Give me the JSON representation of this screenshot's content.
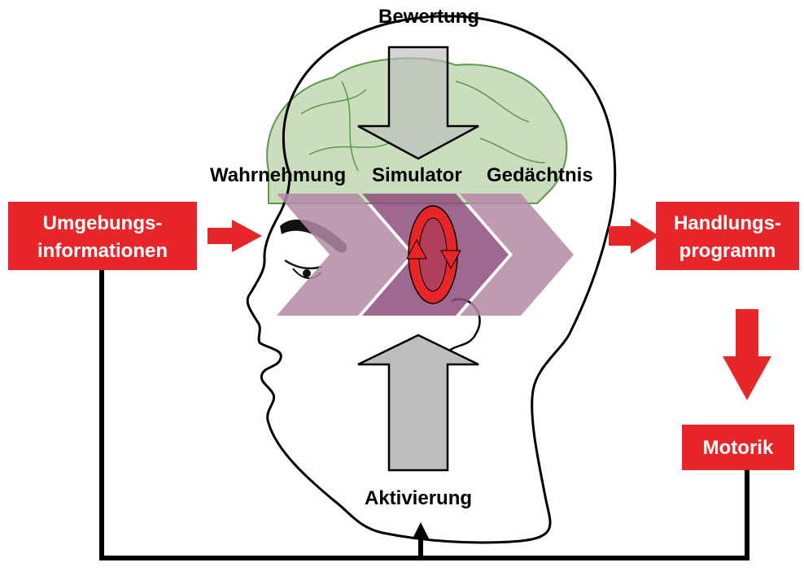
{
  "labels": {
    "bewertung": "Bewertung",
    "wahrnehmung": "Wahrnehmung",
    "simulator": "Simulator",
    "gedaechtnis": "Gedächtnis",
    "aktivierung": "Aktivierung"
  },
  "boxes": {
    "umgebung": {
      "line1": "Umgebungs-",
      "line2": "informationen"
    },
    "handlung": {
      "line1": "Handlungs-",
      "line2": "programm"
    },
    "motorik": {
      "line1": "Motorik"
    }
  },
  "colors": {
    "red": "#e8262a",
    "chevron_light": "#b48aa6",
    "chevron_dark": "#8e4e7c",
    "gray_arrow": "#bdbdbd",
    "brain_green": "#b8d1a6",
    "line": "#000000"
  },
  "icons": {
    "cycle": "red-cycle-icon",
    "brain": "brain-icon",
    "head": "head-profile-icon"
  }
}
